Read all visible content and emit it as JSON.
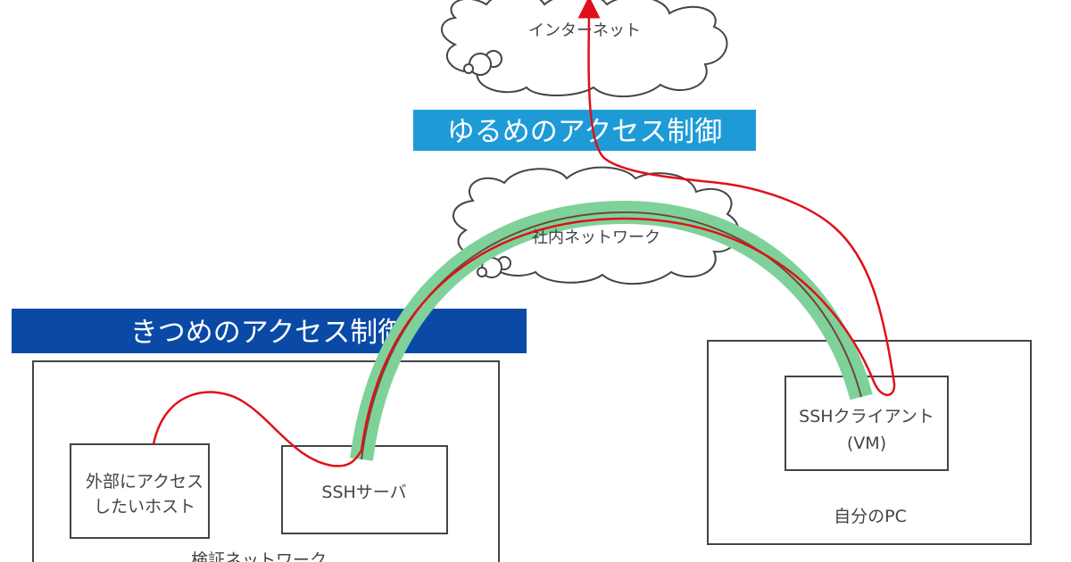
{
  "clouds": {
    "internet": "インターネット",
    "corporate": "社内ネットワーク"
  },
  "banners": {
    "loose": {
      "text": "ゆるめのアクセス制御",
      "color": "#1e9bd7"
    },
    "strict": {
      "text": "きつめのアクセス制御",
      "color": "#0a4aa6"
    }
  },
  "boxes": {
    "external_host": [
      "外部にアクセス",
      "したいホスト"
    ],
    "ssh_server": "SSHサーバ",
    "ssh_client": [
      "SSHクライアント",
      "(VM)"
    ],
    "my_pc": "自分のPC",
    "verification_network": "検証ネットワーク"
  },
  "colors": {
    "tunnel": "#7fd19a",
    "tunnel_line": "#6b4a3a",
    "route": "#e0101a",
    "box_border": "#444444"
  }
}
